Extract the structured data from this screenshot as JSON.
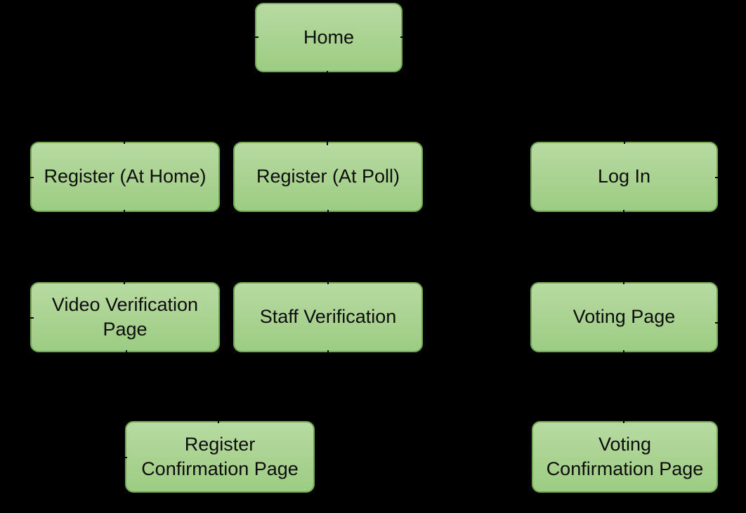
{
  "diagram": {
    "background_color": "#000000",
    "node_fill_top": "#b7dba3",
    "node_fill_bottom": "#9ccd83",
    "node_border_color": "#72a854",
    "node_text_color": "#0d0d0d",
    "connector_color": "#000000",
    "nodes": [
      {
        "id": "home",
        "label": "Home"
      },
      {
        "id": "register-at-home",
        "label": "Register (At Home)"
      },
      {
        "id": "register-at-poll",
        "label": "Register (At Poll)"
      },
      {
        "id": "log-in",
        "label": "Log In"
      },
      {
        "id": "video-verification-page",
        "label": "Video Verification\nPage"
      },
      {
        "id": "staff-verification",
        "label": "Staff Verification"
      },
      {
        "id": "voting-page",
        "label": "Voting Page"
      },
      {
        "id": "register-confirmation-page",
        "label": "Register\nConfirmation Page"
      },
      {
        "id": "voting-confirmation-page",
        "label": "Voting\nConfirmation Page"
      }
    ],
    "edges": [
      {
        "from": "Home",
        "to": "Register (At Home)"
      },
      {
        "from": "Home",
        "to": "Register (At Poll)"
      },
      {
        "from": "Home",
        "to": "Log In"
      },
      {
        "from": "Register (At Home)",
        "to": "Video Verification Page"
      },
      {
        "from": "Register (At Poll)",
        "to": "Staff Verification"
      },
      {
        "from": "Log In",
        "to": "Voting Page"
      },
      {
        "from": "Video Verification Page",
        "to": "Register Confirmation Page"
      },
      {
        "from": "Staff Verification",
        "to": "Register Confirmation Page"
      },
      {
        "from": "Voting Page",
        "to": "Voting Confirmation Page"
      }
    ]
  }
}
